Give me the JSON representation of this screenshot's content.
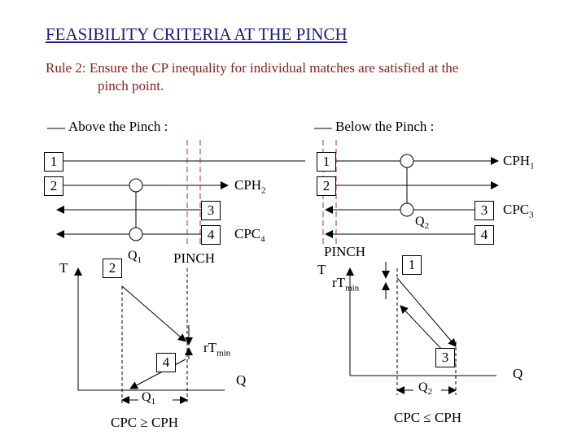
{
  "header": {
    "title": "FEASIBILITY CRITERIA AT THE PINCH",
    "rule_line1": "Rule 2: Ensure the CP inequality for individual matches are satisfied at the",
    "rule_line2": "pinch point."
  },
  "left_panel": {
    "heading": "Above the Pinch :",
    "stream_box_1": "1",
    "stream_box_2": "2",
    "stream_box_3": "3",
    "stream_box_4": "4",
    "cph_label": "CPH",
    "cph_sub": "2",
    "cpc_label": "CPC",
    "cpc_sub": "4",
    "pinch_label": "PINCH",
    "q_label": "Q",
    "q_sub": "1",
    "t_axis": "T",
    "graph_box_2": "2",
    "graph_box_4": "4",
    "tmin_symbol": "r",
    "tmin_label": "T",
    "tmin_sub": "min",
    "q_axis": "Q",
    "q1_width": "Q",
    "q1_width_sub": "1",
    "criterion": "CPC ≥ CPH"
  },
  "right_panel": {
    "heading": "Below the Pinch :",
    "stream_box_1": "1",
    "stream_box_2": "2",
    "stream_box_3": "3",
    "stream_box_4": "4",
    "cph_label": "CPH",
    "cph_sub": "1",
    "cpc_label": "CPC",
    "cpc_sub": "3",
    "q_label": "Q",
    "q_sub": "2",
    "pinch_label": "PINCH",
    "t_axis": "T",
    "tmin_symbol": "r",
    "tmin_label": "T",
    "tmin_sub": "min",
    "graph_box_1": "1",
    "graph_box_3": "3",
    "q_axis": "Q",
    "q2_width": "Q",
    "q2_width_sub": "2",
    "criterion": "CPC ≤ CPH"
  }
}
